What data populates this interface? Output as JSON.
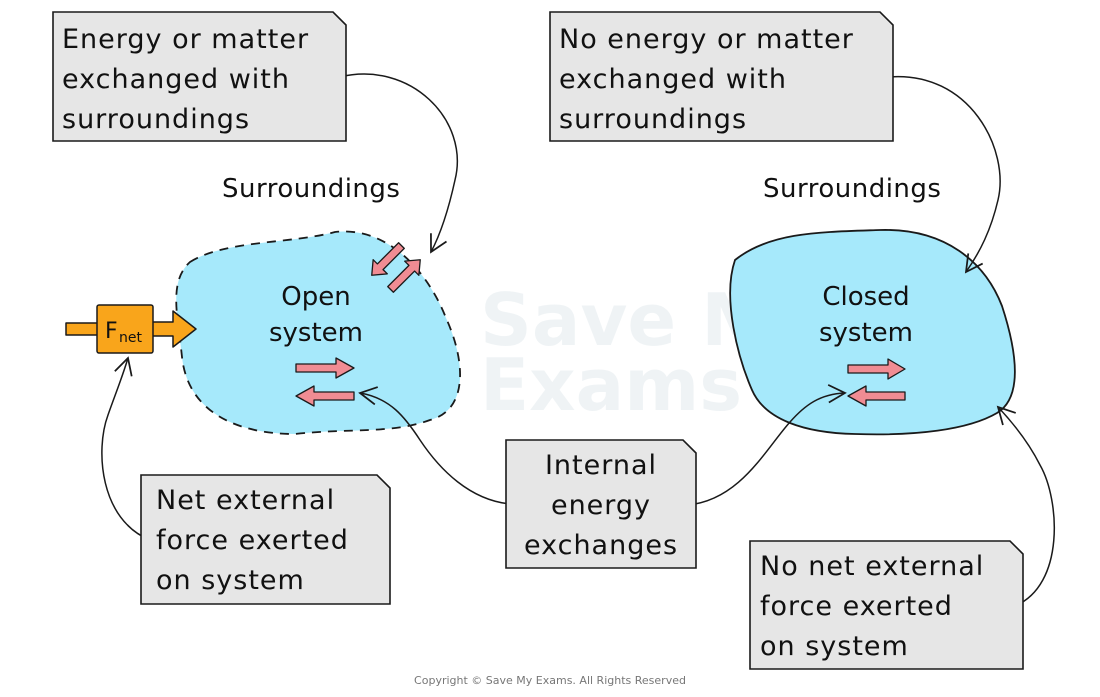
{
  "boxes": {
    "open_exchange": [
      "Energy or matter",
      "exchanged  with",
      "surroundings"
    ],
    "closed_exchange": [
      "No energy or matter",
      "exchanged  with",
      "surroundings"
    ],
    "internal": [
      "Internal",
      "energy",
      "exchanges"
    ],
    "net_force": [
      "Net external",
      "force  exerted",
      "on system"
    ],
    "no_net_force": [
      "No net external",
      "force  exerted",
      "on system"
    ]
  },
  "labels": {
    "surroundings_left": "Surroundings",
    "surroundings_right": "Surroundings",
    "open_system": [
      "Open",
      "system"
    ],
    "closed_system": [
      "Closed",
      "system"
    ],
    "force_symbol": "F",
    "force_subscript": "net"
  },
  "watermark": [
    "Save My",
    "Exams"
  ],
  "copyright": "Copyright © Save My Exams. All Rights Reserved",
  "colors": {
    "system_fill": "#a6e9fb",
    "arrow_fill": "#f08c93",
    "force_fill": "#f9a51b",
    "box_fill": "#e6e6e6"
  }
}
